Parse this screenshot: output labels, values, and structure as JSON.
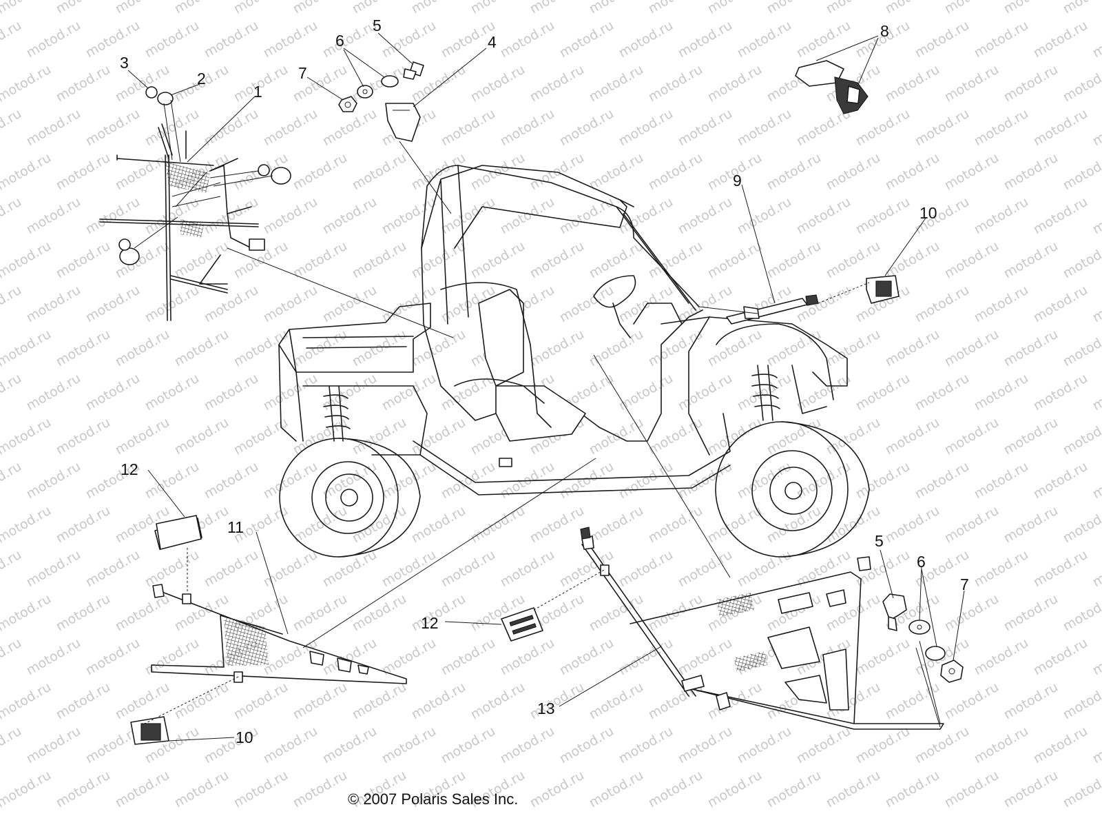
{
  "watermark": "motod.ru",
  "copyright": "© 2007 Polaris Sales Inc.",
  "callouts": [
    {
      "id": "c1",
      "label": "1"
    },
    {
      "id": "c2",
      "label": "2"
    },
    {
      "id": "c3",
      "label": "3"
    },
    {
      "id": "c4",
      "label": "4"
    },
    {
      "id": "c5a",
      "label": "5"
    },
    {
      "id": "c6a",
      "label": "6"
    },
    {
      "id": "c7a",
      "label": "7"
    },
    {
      "id": "c8",
      "label": "8"
    },
    {
      "id": "c9",
      "label": "9"
    },
    {
      "id": "c10a",
      "label": "10"
    },
    {
      "id": "c12a",
      "label": "12"
    },
    {
      "id": "c11",
      "label": "11"
    },
    {
      "id": "c5b",
      "label": "5"
    },
    {
      "id": "c6b",
      "label": "6"
    },
    {
      "id": "c7b",
      "label": "7"
    },
    {
      "id": "c12b",
      "label": "12"
    },
    {
      "id": "c13",
      "label": "13"
    },
    {
      "id": "c10b",
      "label": "10"
    }
  ]
}
